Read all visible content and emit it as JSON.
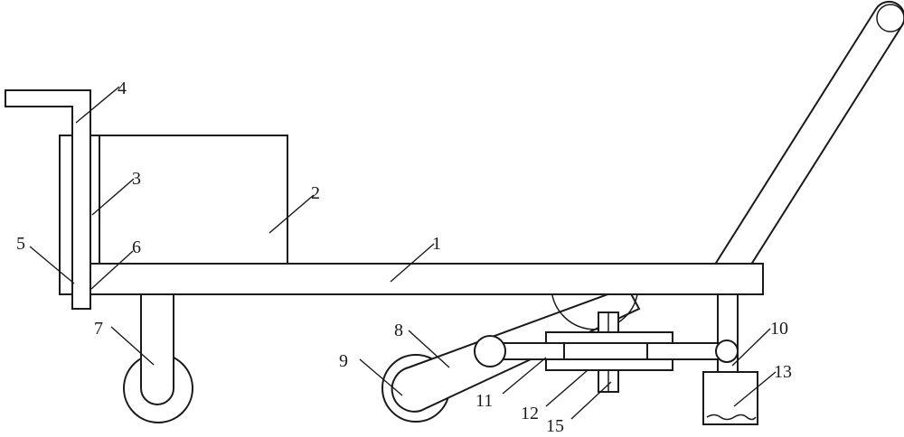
{
  "diagram": {
    "labels": {
      "n1": "1",
      "n2": "2",
      "n3": "3",
      "n4": "4",
      "n5": "5",
      "n6": "6",
      "n7": "7",
      "n8": "8",
      "n9": "9",
      "n10": "10",
      "n11": "11",
      "n12": "12",
      "n13": "13",
      "n15": "15"
    },
    "colors": {
      "line": "#1a1a1a",
      "background": "#ffffff"
    }
  }
}
